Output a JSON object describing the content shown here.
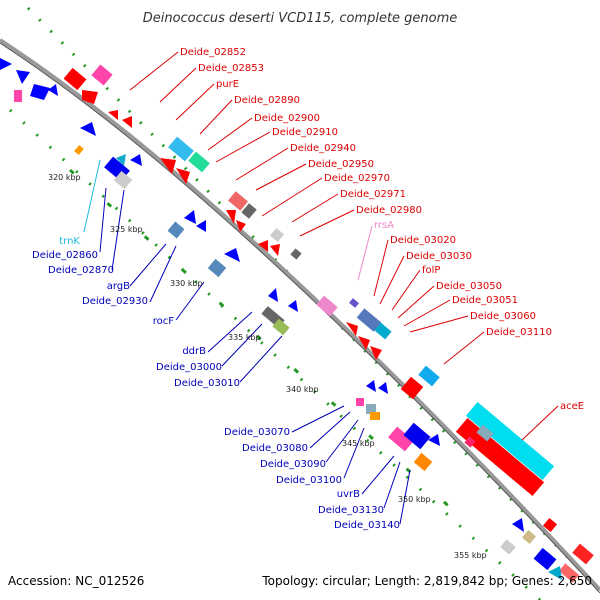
{
  "title": "Deinococcus deserti VCD115, complete genome",
  "accession": "Accession: NC_012526",
  "summary": "Topology: circular; Length: 2,819,842 bp; Genes: 2,650",
  "ticks": [
    "320 kbp",
    "325 kbp",
    "330 kbp",
    "335 kbp",
    "340 kbp",
    "345 kbp",
    "350 kbp",
    "355 kbp"
  ],
  "labels_right": [
    "Deide_02852",
    "Deide_02853",
    "purE",
    "Deide_02890",
    "Deide_02900",
    "Deide_02910",
    "Deide_02940",
    "Deide_02950",
    "Deide_02970",
    "Deide_02971",
    "Deide_02980",
    "rrsA",
    "Deide_03020",
    "Deide_03030",
    "folP",
    "Deide_03050",
    "Deide_03051",
    "Deide_03060",
    "Deide_03110",
    "aceE"
  ],
  "labels_left": [
    "trnK",
    "Deide_02860",
    "Deide_02870",
    "argB",
    "Deide_02930",
    "rocF",
    "ddrB",
    "Deide_03000",
    "Deide_03010",
    "Deide_03070",
    "Deide_03080",
    "Deide_03090",
    "Deide_03100",
    "uvrB",
    "Deide_03130",
    "Deide_03140"
  ],
  "colors": {
    "forward_cds": "#ff0000",
    "reverse_cds": "#0000ff",
    "trna": "#00aacc",
    "rrna": "#ee88cc",
    "right_label": "#dd0000",
    "left_label": "#0000bb",
    "backbone": "#888888",
    "gc_dots": "#229922"
  }
}
